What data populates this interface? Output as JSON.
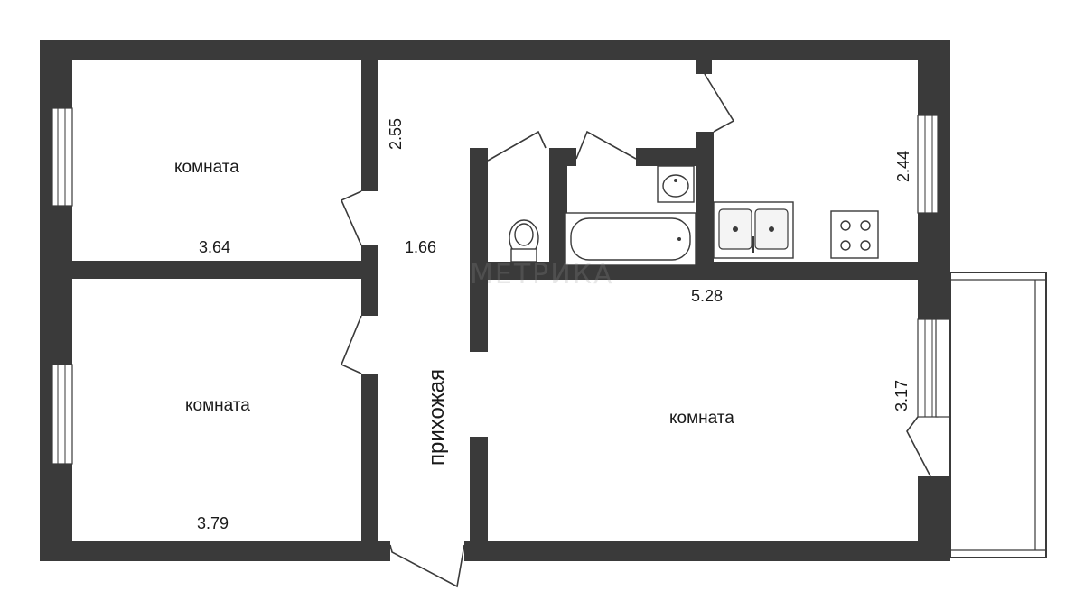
{
  "rooms": {
    "room_top_left": "комната",
    "room_bottom_left": "комната",
    "room_large": "комната",
    "hallway": "прихожая"
  },
  "dimensions": {
    "top_left_width": "3.64",
    "top_left_depth": "2.55",
    "corridor": "1.66",
    "kitchen_depth": "2.44",
    "large_room_width": "5.28",
    "large_room_depth": "3.17",
    "bottom_left_width": "3.79"
  },
  "watermark": "МЕТРИКА",
  "colors": {
    "wall": "#3a3a3a",
    "background": "#ffffff"
  }
}
